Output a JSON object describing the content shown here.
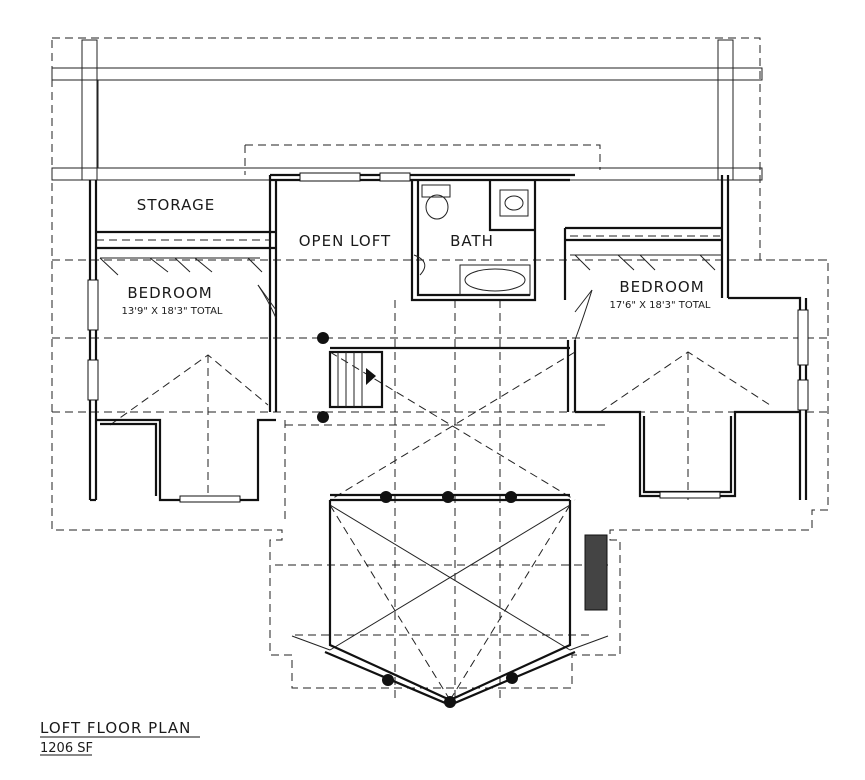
{
  "plan": {
    "title": "LOFT FLOOR PLAN",
    "area": "1206 SF"
  },
  "rooms": {
    "storage": "STORAGE",
    "open_loft": "OPEN LOFT",
    "bath": "BATH",
    "bedroom_left": {
      "name": "BEDROOM",
      "size": "13'9\" X 18'3\" TOTAL"
    },
    "bedroom_right": {
      "name": "BEDROOM",
      "size": "17'6\" X 18'3\" TOTAL"
    }
  }
}
